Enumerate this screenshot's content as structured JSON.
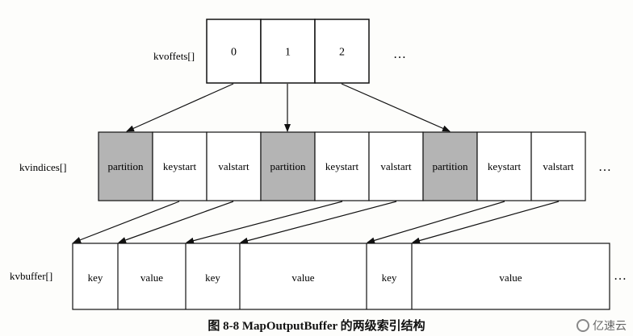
{
  "labels": {
    "offsets": "kvoffets[]",
    "indices": "kvindices[]",
    "buffer": "kvbuffer[]"
  },
  "offsets_cells": [
    "0",
    "1",
    "2"
  ],
  "ellipsis": "…",
  "indices_cells": [
    {
      "text": "partition",
      "shaded": true
    },
    {
      "text": "keystart",
      "shaded": false
    },
    {
      "text": "valstart",
      "shaded": false
    },
    {
      "text": "partition",
      "shaded": true
    },
    {
      "text": "keystart",
      "shaded": false
    },
    {
      "text": "valstart",
      "shaded": false
    },
    {
      "text": "partition",
      "shaded": true
    },
    {
      "text": "keystart",
      "shaded": false
    },
    {
      "text": "valstart",
      "shaded": false
    }
  ],
  "buffer_cells": [
    "key",
    "value",
    "key",
    "value",
    "key",
    "value"
  ],
  "caption": "图 8-8    MapOutputBuffer 的两级索引结构",
  "watermark": "亿速云",
  "colors": {
    "shaded": "#b4b4b4",
    "plain": "#ffffff",
    "stroke": "#111111"
  }
}
